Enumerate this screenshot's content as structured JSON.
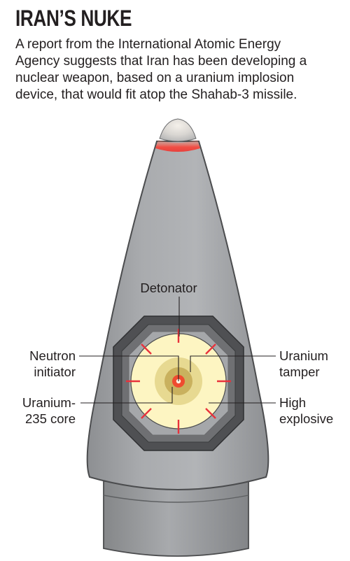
{
  "title": "IRAN’S NUKE",
  "intro_lines": [
    "A report from the International Atomic Energy",
    "Agency suggests that Iran has been developing a",
    "nuclear weapon, based on a uranium implosion",
    "device, that would fit atop the Shahab-3 missile."
  ],
  "labels": {
    "detonator": "Detonator",
    "neutron_1": "Neutron",
    "neutron_2": "initiator",
    "uranium235_1": "Uranium-",
    "uranium235_2": "235 core",
    "tamper_1": "Uranium",
    "tamper_2": "tamper",
    "explosive_1": "High",
    "explosive_2": "explosive"
  },
  "colors": {
    "warhead_body": "#a6a8ab",
    "warhead_tip": "#f04e45",
    "explosive_fill": "#fdf5c2",
    "tamper_fill": "#e7d991",
    "core_fill": "#c9b15e",
    "initiator_fill": "#ef4b2f",
    "detonator_marks": "#e8323c",
    "housing_ring": "#5b5c5f"
  }
}
